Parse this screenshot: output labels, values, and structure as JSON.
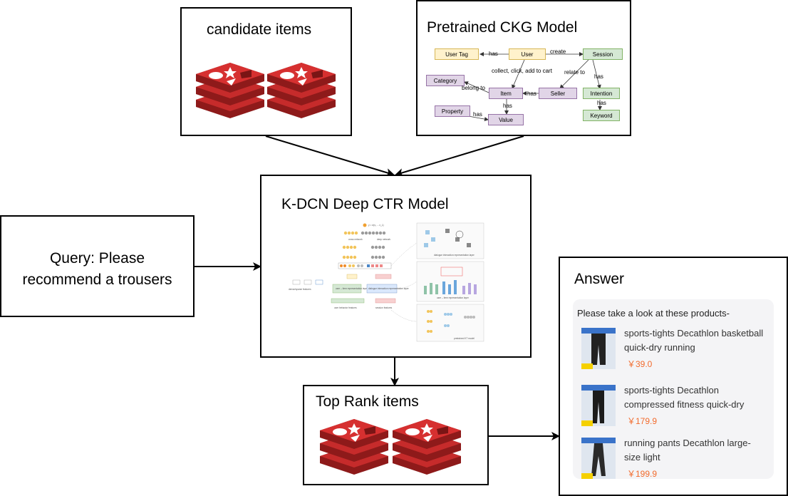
{
  "candidate_box": {
    "title": "candidate items"
  },
  "ckg_box": {
    "title": "Pretrained CKG Model",
    "nodes": {
      "user_tag": "User Tag",
      "user": "User",
      "session": "Session",
      "category": "Category",
      "item": "Item",
      "seller": "Seller",
      "intention": "Intention",
      "property": "Property",
      "value": "Value",
      "keyword": "Keyword"
    },
    "edges": {
      "has1": "has",
      "create": "create",
      "collect": "collect, click, add to cart",
      "relate_to": "relate to",
      "has2": "has",
      "belong_to": "belong to",
      "has3": "has",
      "has4": "has",
      "has5": "has",
      "has6": "has"
    }
  },
  "model_box": {
    "title": "K-DCN Deep CTR Model",
    "figure_text": {
      "output": "y = σ(x₁ ... x_L)",
      "cross": "cross network",
      "deep": "deep network",
      "dense": "dense/sparse features",
      "user_layer": "user – item representation layer",
      "dialog_layer": "dialogue interaction representation layer",
      "user_feat": "user behavior features",
      "session_feat": "session features",
      "right1": "dialogue interaction representation layer",
      "right2": "user – item representation layer",
      "right3": "pretrained KT model"
    }
  },
  "query_box": {
    "line1": "Query:  Please",
    "line2": "recommend a trousers"
  },
  "top_box": {
    "title": "Top Rank items"
  },
  "answer_box": {
    "title": "Answer",
    "intro": "Please take a look at these products-",
    "products": [
      {
        "name": "sports-tights Decathlon basketball quick-dry running",
        "price": "￥39.0"
      },
      {
        "name": "sports-tights Decathlon compressed  fitness quick-dry",
        "price": "￥179.9"
      },
      {
        "name": "running pants Decathlon large-size light",
        "price": "￥199.9"
      }
    ]
  },
  "colors": {
    "db_red": "#c62b2b",
    "db_dark": "#8e1a1a",
    "ckg_yellow": "#fff2cc",
    "ckg_green": "#d5e8d4",
    "ckg_purple": "#e1d5e7",
    "price": "#f26b2d"
  },
  "icons": [
    "database-stack-icon",
    "arrow-icon"
  ]
}
